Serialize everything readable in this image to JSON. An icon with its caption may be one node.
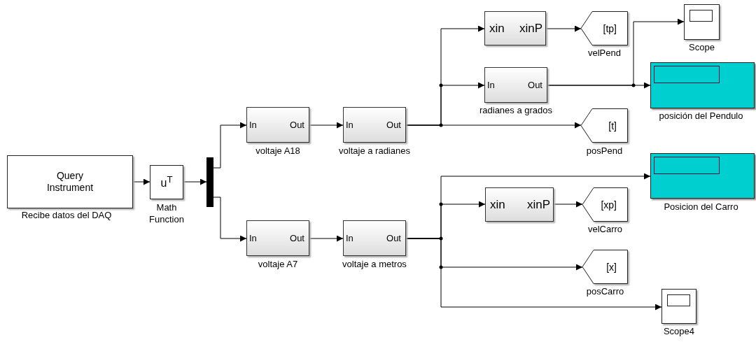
{
  "diagram": {
    "nodes": [
      {
        "text": [
          "Query Instrument"
        ],
        "beside": [
          "Recibe datos del DAQ"
        ]
      },
      {
        "text": [
          "u$^{T}$"
        ],
        "beside": [
          "Math Function"
        ]
      },
      {
        "text": [],
        "shape": "bar"
      },
      {
        "text": [
          "In",
          "Out"
        ],
        "beside": [
          "voltaje A18"
        ]
      },
      {
        "text": [
          "In",
          "Out"
        ],
        "beside": [
          "voltaje a radianes"
        ]
      },
      {
        "text": [
          "xin",
          "xinP"
        ]
      },
      {
        "text": [
          "[tp]"
        ],
        "beside": [
          "velPend"
        ]
      },
      {
        "text": [
          "In",
          "Out"
        ],
        "beside": [
          "radianes a grados"
        ]
      },
      {
        "text": [
          "[t]"
        ],
        "beside": [
          "posPend"
        ]
      },
      {
        "text": [],
        "shape": "box",
        "beside": [
          "Scope"
        ]
      },
      {
        "text": [],
        "shape": "box",
        "beside": [
          "posición del Pendulo"
        ]
      },
      {
        "text": [
          "In",
          "Out"
        ],
        "beside": [
          "voltaje A7"
        ]
      },
      {
        "text": [
          "In",
          "Out"
        ],
        "beside": [
          "voltaje a metros"
        ]
      },
      {
        "text": [],
        "shape": "box",
        "beside": [
          "Posicion del Carro"
        ]
      },
      {
        "text": [
          "xin",
          "xinP"
        ]
      },
      {
        "text": [
          "[xp]"
        ],
        "beside": [
          "velCarro"
        ]
      },
      {
        "text": [
          "[x]"
        ],
        "beside": [
          "posCarro"
        ]
      },
      {
        "text": [],
        "shape": "box",
        "beside": [
          "Scope4"
        ]
      }
    ],
    "edges": [
      {
        "from": 0,
        "to": 1,
        "arrow": "to"
      },
      {
        "from": 1,
        "to": 2,
        "arrow": "to"
      },
      {
        "from": 2,
        "to": 3,
        "arrow": "to"
      },
      {
        "from": 2,
        "to": 11,
        "arrow": "to"
      },
      {
        "from": 3,
        "to": 4,
        "arrow": "to"
      },
      {
        "from": 4,
        "to": 5,
        "arrow": "to"
      },
      {
        "from": 4,
        "to": 7,
        "arrow": "to"
      },
      {
        "from": 4,
        "to": 8,
        "arrow": "to"
      },
      {
        "from": 5,
        "to": 6,
        "arrow": "to"
      },
      {
        "from": 7,
        "to": 10,
        "arrow": "to"
      },
      {
        "from": 7,
        "to": 9,
        "arrow": "to"
      },
      {
        "from": 11,
        "to": 12,
        "arrow": "to"
      },
      {
        "from": 12,
        "to": 13,
        "arrow": "to"
      },
      {
        "from": 12,
        "to": 14,
        "arrow": "to"
      },
      {
        "from": 14,
        "to": 15,
        "arrow": "to"
      },
      {
        "from": 12,
        "to": 16,
        "arrow": "to"
      },
      {
        "from": 12,
        "to": 17,
        "arrow": "to"
      }
    ]
  }
}
